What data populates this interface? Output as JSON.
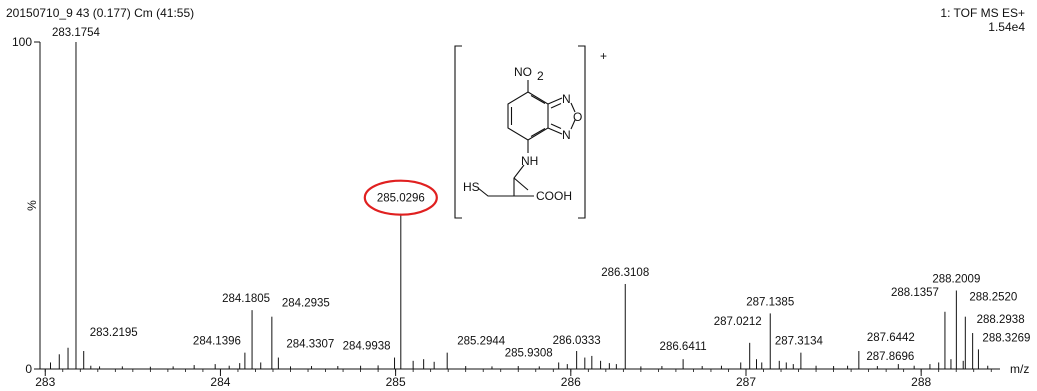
{
  "header": {
    "left": "20150710_9 43 (0.177) Cm (41:55)",
    "right_line1": "1: TOF MS ES+",
    "right_line2": "1.54e4"
  },
  "chart_data": {
    "type": "bar",
    "title": "",
    "xlabel": "m/z",
    "ylabel": "%",
    "xlim": [
      282.97,
      288.45
    ],
    "ylim": [
      0,
      100
    ],
    "x_ticks": [
      283,
      284,
      285,
      286,
      287,
      288
    ],
    "y_ticks": [
      0,
      100
    ],
    "labeled_peaks": [
      {
        "mz": 283.1754,
        "intensity": 100.0,
        "label": "283.1754"
      },
      {
        "mz": 283.2195,
        "intensity": 5.5,
        "label": "283.2195"
      },
      {
        "mz": 284.1396,
        "intensity": 5.0,
        "label": "284.1396"
      },
      {
        "mz": 284.1805,
        "intensity": 18.0,
        "label": "284.1805"
      },
      {
        "mz": 284.2935,
        "intensity": 16.0,
        "label": "284.2935"
      },
      {
        "mz": 284.3307,
        "intensity": 3.5,
        "label": "284.3307"
      },
      {
        "mz": 284.9938,
        "intensity": 3.5,
        "label": "284.9938"
      },
      {
        "mz": 285.0296,
        "intensity": 47.5,
        "label": "285.0296",
        "highlighted": true
      },
      {
        "mz": 285.2944,
        "intensity": 5.0,
        "label": "285.2944"
      },
      {
        "mz": 285.9308,
        "intensity": 2.0,
        "label": "285.9308"
      },
      {
        "mz": 286.0333,
        "intensity": 5.5,
        "label": "286.0333"
      },
      {
        "mz": 286.3108,
        "intensity": 26.0,
        "label": "286.3108"
      },
      {
        "mz": 286.6411,
        "intensity": 3.0,
        "label": "286.6411"
      },
      {
        "mz": 287.0212,
        "intensity": 8.0,
        "label": "287.0212"
      },
      {
        "mz": 287.1385,
        "intensity": 17.0,
        "label": "287.1385"
      },
      {
        "mz": 287.3134,
        "intensity": 5.0,
        "label": "287.3134"
      },
      {
        "mz": 287.6442,
        "intensity": 5.5,
        "label": "287.6442"
      },
      {
        "mz": 287.8696,
        "intensity": 1.5,
        "label": "287.8696"
      },
      {
        "mz": 288.1357,
        "intensity": 17.5,
        "label": "288.1357"
      },
      {
        "mz": 288.2009,
        "intensity": 24.0,
        "label": "288.2009"
      },
      {
        "mz": 288.252,
        "intensity": 16.0,
        "label": "288.2520"
      },
      {
        "mz": 288.2938,
        "intensity": 11.0,
        "label": "288.2938"
      },
      {
        "mz": 288.3269,
        "intensity": 6.0,
        "label": "288.3269"
      }
    ],
    "minor_peaks": [
      {
        "mz": 283.03,
        "intensity": 2.0
      },
      {
        "mz": 283.08,
        "intensity": 4.5
      },
      {
        "mz": 283.13,
        "intensity": 6.5
      },
      {
        "mz": 283.26,
        "intensity": 1.0
      },
      {
        "mz": 283.31,
        "intensity": 0.8
      },
      {
        "mz": 283.44,
        "intensity": 0.8
      },
      {
        "mz": 283.6,
        "intensity": 0.7
      },
      {
        "mz": 283.73,
        "intensity": 0.8
      },
      {
        "mz": 283.85,
        "intensity": 1.2
      },
      {
        "mz": 283.97,
        "intensity": 1.5
      },
      {
        "mz": 284.05,
        "intensity": 1.0
      },
      {
        "mz": 284.11,
        "intensity": 1.8
      },
      {
        "mz": 284.23,
        "intensity": 2.0
      },
      {
        "mz": 284.4,
        "intensity": 0.8
      },
      {
        "mz": 284.52,
        "intensity": 0.9
      },
      {
        "mz": 284.67,
        "intensity": 0.9
      },
      {
        "mz": 284.8,
        "intensity": 1.0
      },
      {
        "mz": 284.9,
        "intensity": 1.1
      },
      {
        "mz": 285.1,
        "intensity": 2.5
      },
      {
        "mz": 285.16,
        "intensity": 3.0
      },
      {
        "mz": 285.22,
        "intensity": 2.2
      },
      {
        "mz": 285.4,
        "intensity": 0.9
      },
      {
        "mz": 285.55,
        "intensity": 0.8
      },
      {
        "mz": 285.7,
        "intensity": 0.9
      },
      {
        "mz": 285.82,
        "intensity": 0.8
      },
      {
        "mz": 285.98,
        "intensity": 1.5
      },
      {
        "mz": 286.08,
        "intensity": 3.5
      },
      {
        "mz": 286.12,
        "intensity": 4.0
      },
      {
        "mz": 286.17,
        "intensity": 2.5
      },
      {
        "mz": 286.22,
        "intensity": 1.8
      },
      {
        "mz": 286.26,
        "intensity": 1.5
      },
      {
        "mz": 286.4,
        "intensity": 0.8
      },
      {
        "mz": 286.52,
        "intensity": 0.9
      },
      {
        "mz": 286.75,
        "intensity": 0.9
      },
      {
        "mz": 286.86,
        "intensity": 1.0
      },
      {
        "mz": 286.97,
        "intensity": 2.0
      },
      {
        "mz": 287.06,
        "intensity": 3.0
      },
      {
        "mz": 287.09,
        "intensity": 2.0
      },
      {
        "mz": 287.19,
        "intensity": 2.5
      },
      {
        "mz": 287.23,
        "intensity": 2.0
      },
      {
        "mz": 287.27,
        "intensity": 1.5
      },
      {
        "mz": 287.4,
        "intensity": 1.0
      },
      {
        "mz": 287.5,
        "intensity": 0.9
      },
      {
        "mz": 287.58,
        "intensity": 1.0
      },
      {
        "mz": 287.75,
        "intensity": 0.9
      },
      {
        "mz": 287.96,
        "intensity": 1.0
      },
      {
        "mz": 288.05,
        "intensity": 1.5
      },
      {
        "mz": 288.1,
        "intensity": 2.0
      },
      {
        "mz": 288.17,
        "intensity": 3.0
      },
      {
        "mz": 288.24,
        "intensity": 2.5
      },
      {
        "mz": 288.38,
        "intensity": 1.0
      }
    ]
  },
  "structure": {
    "charge": "+",
    "nitro_group": "NO",
    "nitro_subscript": "2",
    "ring_atom_n_top": "N",
    "ring_atom_o": "O",
    "ring_atom_n_bottom": "N",
    "amine": "NH",
    "thiol": "HS",
    "acid": "COOH"
  },
  "colors": {
    "highlight": "#e02020",
    "ink": "#111111"
  }
}
